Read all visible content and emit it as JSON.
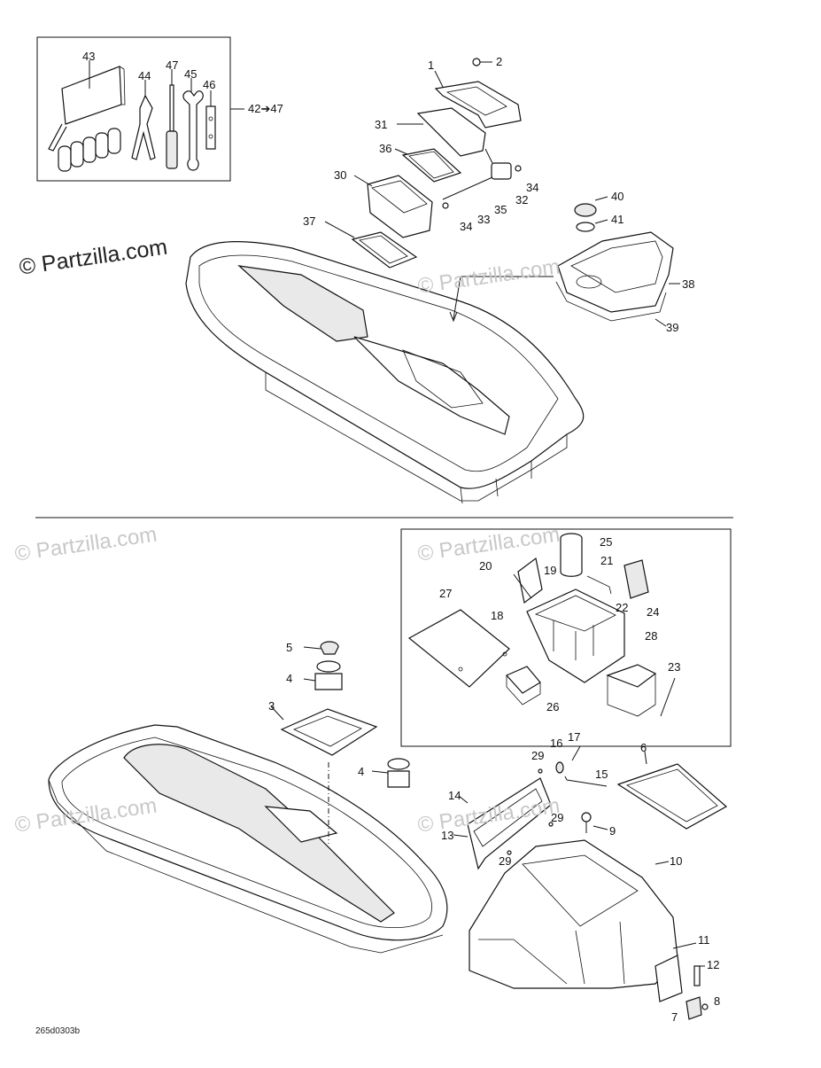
{
  "watermarks": {
    "main": "© Partzilla.com",
    "faded": "© Partzilla.com"
  },
  "reference_code": "265d0303b",
  "kit_range_label": "42➔47",
  "callouts": {
    "p1": "1",
    "p2": "2",
    "p3": "3",
    "p4a": "4",
    "p4b": "4",
    "p5": "5",
    "p6": "6",
    "p7": "7",
    "p8": "8",
    "p9": "9",
    "p10": "10",
    "p11": "11",
    "p12": "12",
    "p13": "13",
    "p14": "14",
    "p15": "15",
    "p16": "16",
    "p17": "17",
    "p18": "18",
    "p19": "19",
    "p20": "20",
    "p21": "21",
    "p22": "22",
    "p23": "23",
    "p24": "24",
    "p25": "25",
    "p26": "26",
    "p27": "27",
    "p28": "28",
    "p29a": "29",
    "p29b": "29",
    "p29c": "29",
    "p30": "30",
    "p31": "31",
    "p32": "32",
    "p33": "33",
    "p34a": "34",
    "p34b": "34",
    "p35": "35",
    "p36": "36",
    "p37": "37",
    "p38": "38",
    "p39": "39",
    "p40": "40",
    "p41": "41",
    "p43": "43",
    "p44": "44",
    "p45": "45",
    "p46": "46",
    "p47": "47"
  },
  "colors": {
    "line": "#111111",
    "watermark": "#c8c8c8",
    "background": "#ffffff"
  }
}
